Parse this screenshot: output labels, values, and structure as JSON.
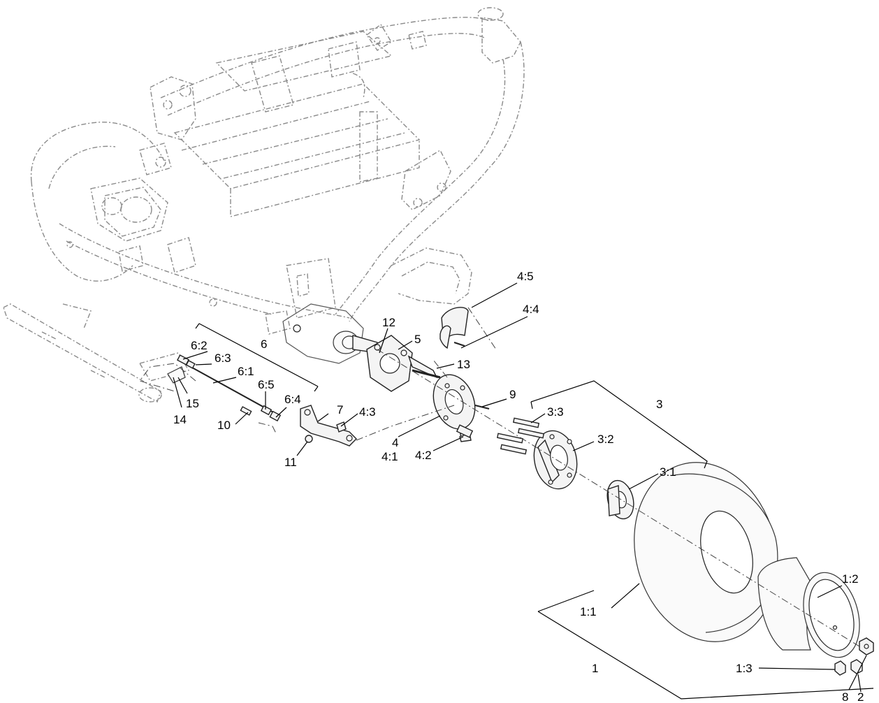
{
  "callouts": {
    "c_4_5": "4:5",
    "c_4_4": "4:4",
    "c_12": "12",
    "c_5": "5",
    "c_13": "13",
    "c_6": "6",
    "c_6_2": "6:2",
    "c_6_3": "6:3",
    "c_6_1": "6:1",
    "c_6_5": "6:5",
    "c_6_4": "6:4",
    "c_15": "15",
    "c_14": "14",
    "c_10": "10",
    "c_7": "7",
    "c_4_3": "4:3",
    "c_11": "11",
    "c_4": "4",
    "c_4_1": "4:1",
    "c_4_2": "4:2",
    "c_9": "9",
    "c_3": "3",
    "c_3_3": "3:3",
    "c_3_2": "3:2",
    "c_3_1": "3:1",
    "c_1_2": "1:2",
    "c_1_1": "1:1",
    "c_1": "1",
    "c_1_3": "1:3",
    "c_8": "8",
    "c_2": "2"
  }
}
